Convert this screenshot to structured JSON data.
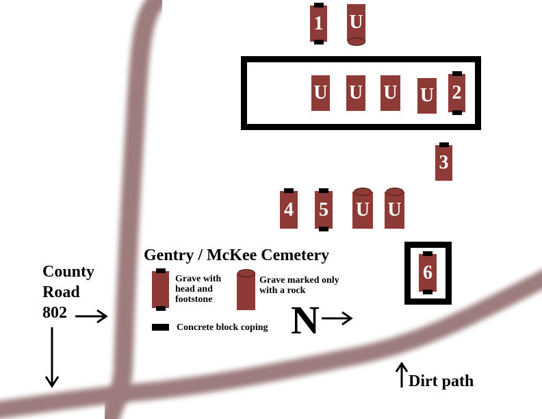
{
  "map": {
    "title": "Gentry / McKee Cemetery",
    "road_label_line1": "County",
    "road_label_line2": "Road",
    "road_label_line3": "802",
    "path_label": "Dirt path",
    "north_label": "N",
    "colors": {
      "grave": "#8e3b38",
      "road": "#9c7b7b",
      "coping": "#000000",
      "background": "#ffffff"
    }
  },
  "legend": {
    "headfoot_text": "Grave with head and footstone",
    "rock_text": "Grave marked only with a rock",
    "coping_text": "Concrete block coping"
  },
  "graves": {
    "g1": "1",
    "g_u_top": "U",
    "row1": [
      "U",
      "U",
      "U",
      "U",
      "2"
    ],
    "g3": "3",
    "g4": "4",
    "g5": "5",
    "g_u_row3a": "U",
    "g_u_row3b": "U",
    "g6": "6"
  }
}
